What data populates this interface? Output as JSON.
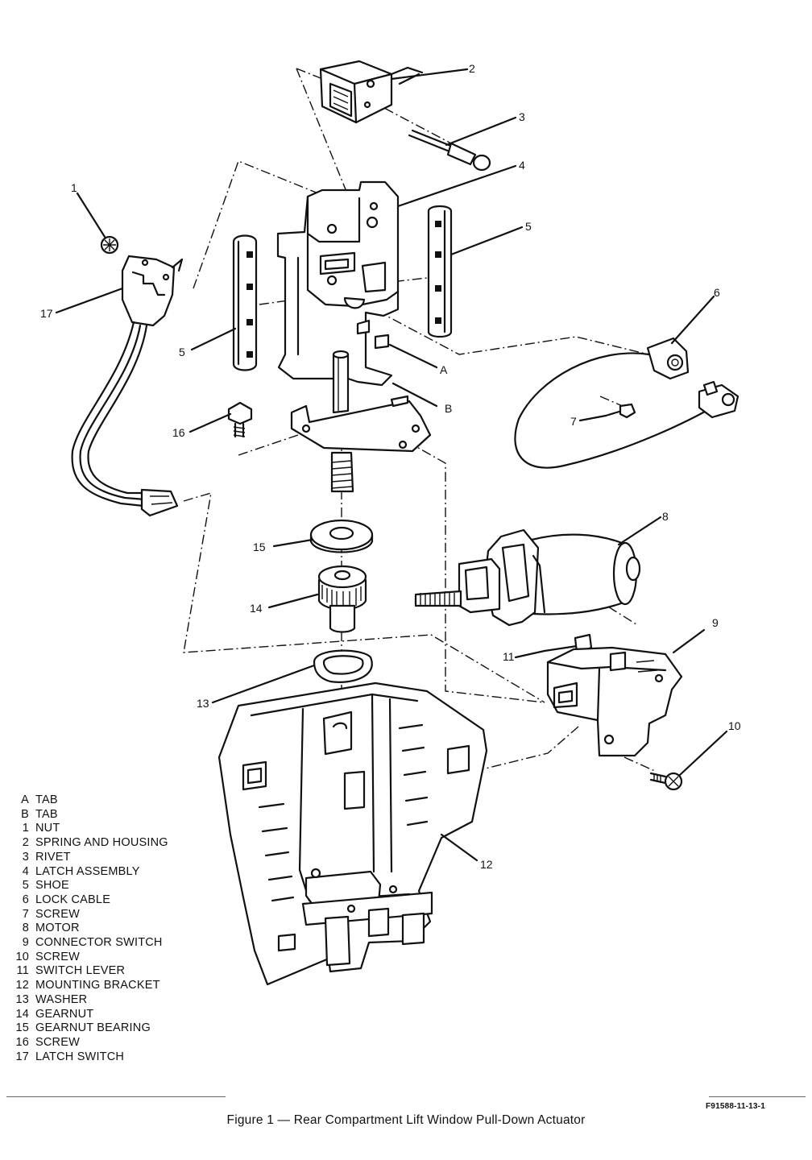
{
  "callouts": {
    "c1": "1",
    "c2": "2",
    "c3": "3",
    "c4": "4",
    "c5a": "5",
    "c5b": "5",
    "c6": "6",
    "c7": "7",
    "c8": "8",
    "c9": "9",
    "c10": "10",
    "c11": "11",
    "c12": "12",
    "c13": "13",
    "c14": "14",
    "c15": "15",
    "c16": "16",
    "c17": "17",
    "cA": "A",
    "cB": "B"
  },
  "legend": [
    {
      "key": "A",
      "label": "TAB"
    },
    {
      "key": "B",
      "label": "TAB"
    },
    {
      "key": "1",
      "label": "NUT"
    },
    {
      "key": "2",
      "label": "SPRING AND HOUSING"
    },
    {
      "key": "3",
      "label": "RIVET"
    },
    {
      "key": "4",
      "label": "LATCH ASSEMBLY"
    },
    {
      "key": "5",
      "label": "SHOE"
    },
    {
      "key": "6",
      "label": "LOCK CABLE"
    },
    {
      "key": "7",
      "label": "SCREW"
    },
    {
      "key": "8",
      "label": "MOTOR"
    },
    {
      "key": "9",
      "label": "CONNECTOR SWITCH"
    },
    {
      "key": "10",
      "label": "SCREW"
    },
    {
      "key": "11",
      "label": "SWITCH LEVER"
    },
    {
      "key": "12",
      "label": "MOUNTING BRACKET"
    },
    {
      "key": "13",
      "label": "WASHER"
    },
    {
      "key": "14",
      "label": "GEARNUT"
    },
    {
      "key": "15",
      "label": "GEARNUT BEARING"
    },
    {
      "key": "16",
      "label": "SCREW"
    },
    {
      "key": "17",
      "label": "LATCH SWITCH"
    }
  ],
  "figure_code": "F91588-11-13-1",
  "caption": "Figure 1 — Rear Compartment Lift Window Pull-Down Actuator"
}
